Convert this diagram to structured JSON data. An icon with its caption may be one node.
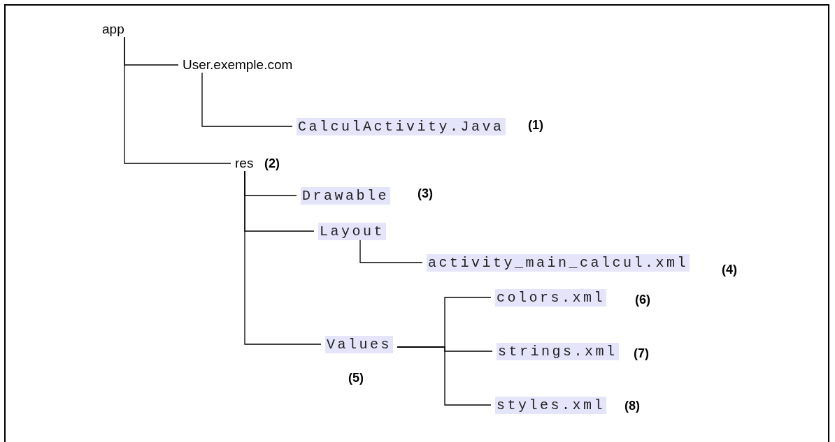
{
  "diagram": {
    "nodes": [
      {
        "text": [
          "app"
        ]
      },
      {
        "text": [
          "User.exemple.com"
        ]
      },
      {
        "text": [
          "CalculActivity.Java"
        ],
        "beside": [
          "(1)"
        ]
      },
      {
        "text": [
          "res"
        ],
        "beside": [
          "(2)"
        ]
      },
      {
        "text": [
          "Drawable"
        ],
        "beside": [
          "(3)"
        ]
      },
      {
        "text": [
          "Layout"
        ]
      },
      {
        "text": [
          "activity_main_calcul.xml"
        ],
        "beside": [
          "(4)"
        ]
      },
      {
        "text": [
          "colors.xml"
        ],
        "beside": [
          "(6)"
        ]
      },
      {
        "text": [
          "Values"
        ],
        "beside": [
          "(5)"
        ]
      },
      {
        "text": [
          "strings.xml"
        ],
        "beside": [
          "(7)"
        ]
      },
      {
        "text": [
          "styles.xml"
        ],
        "beside": [
          "(8)"
        ]
      }
    ],
    "edges": [
      {
        "from": 0,
        "to": 1,
        "arrow": "none"
      },
      {
        "from": 1,
        "to": 2,
        "arrow": "none"
      },
      {
        "from": 0,
        "to": 3,
        "arrow": "none"
      },
      {
        "from": 3,
        "to": 4,
        "arrow": "none"
      },
      {
        "from": 3,
        "to": 5,
        "arrow": "none"
      },
      {
        "from": 3,
        "to": 8,
        "arrow": "none"
      },
      {
        "from": 5,
        "to": 6,
        "arrow": "none"
      },
      {
        "from": 8,
        "to": 7,
        "arrow": "none"
      },
      {
        "from": 8,
        "to": 9,
        "arrow": "none"
      },
      {
        "from": 8,
        "to": 10,
        "arrow": "none"
      }
    ]
  }
}
